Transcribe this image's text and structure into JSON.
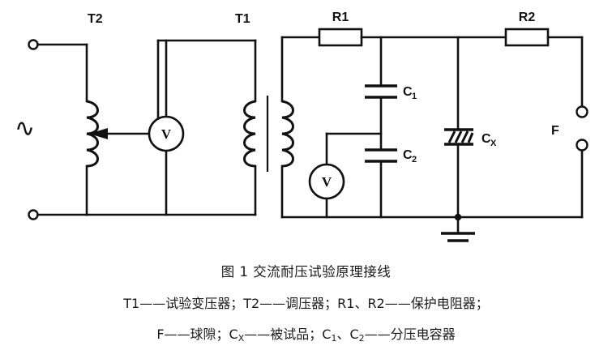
{
  "figure": {
    "caption_title": "图 1  交流耐压试验原理接线",
    "legend_line_1_parts": {
      "a": "T1——试验变压器；T2——调压器；R1、R2——保护电阻器；"
    },
    "legend_line_2_parts": {
      "f": "F——球隙；C",
      "f_sub": "X",
      "g": "——被试品；C",
      "g_sub": "1",
      "h": "、C",
      "h_sub": "2",
      "i": "——分压电容器"
    }
  },
  "circuit": {
    "labels": {
      "t2": "T2",
      "t1": "T1",
      "r1": "R1",
      "r2": "R2",
      "c1": "C",
      "c1_sub": "1",
      "c2": "C",
      "c2_sub": "2",
      "cx": "C",
      "cx_sub": "X",
      "f": "F",
      "voltmeter_lv": "V",
      "voltmeter_hv": "V",
      "ac_source": "∿"
    },
    "components": [
      {
        "id": "ac-source",
        "name": "AC supply sine symbol",
        "label": "∿"
      },
      {
        "id": "input-terminal-top",
        "name": "Top input terminal",
        "label": ""
      },
      {
        "id": "input-terminal-bot",
        "name": "Bottom input terminal",
        "label": ""
      },
      {
        "id": "t2",
        "name": "Voltage regulator (autotransformer)",
        "label": "T2"
      },
      {
        "id": "voltmeter-lv",
        "name": "Low voltage side voltmeter",
        "label": "V"
      },
      {
        "id": "t1",
        "name": "Test transformer",
        "label": "T1"
      },
      {
        "id": "r1",
        "name": "Protective resistor R1",
        "label": "R1"
      },
      {
        "id": "c1",
        "name": "Divider capacitor C1",
        "label": "C1"
      },
      {
        "id": "c2",
        "name": "Divider capacitor C2",
        "label": "C2"
      },
      {
        "id": "voltmeter-hv",
        "name": "Divider voltmeter",
        "label": "V"
      },
      {
        "id": "cx",
        "name": "Test specimen capacitance Cx",
        "label": "Cx"
      },
      {
        "id": "ground",
        "name": "Earth ground",
        "label": ""
      },
      {
        "id": "r2",
        "name": "Protective resistor R2",
        "label": "R2"
      },
      {
        "id": "f",
        "name": "Sphere gap",
        "label": "F"
      }
    ],
    "colors": {
      "wire": "#111111",
      "background": "#ffffff",
      "text": "#1a1a1a"
    }
  }
}
